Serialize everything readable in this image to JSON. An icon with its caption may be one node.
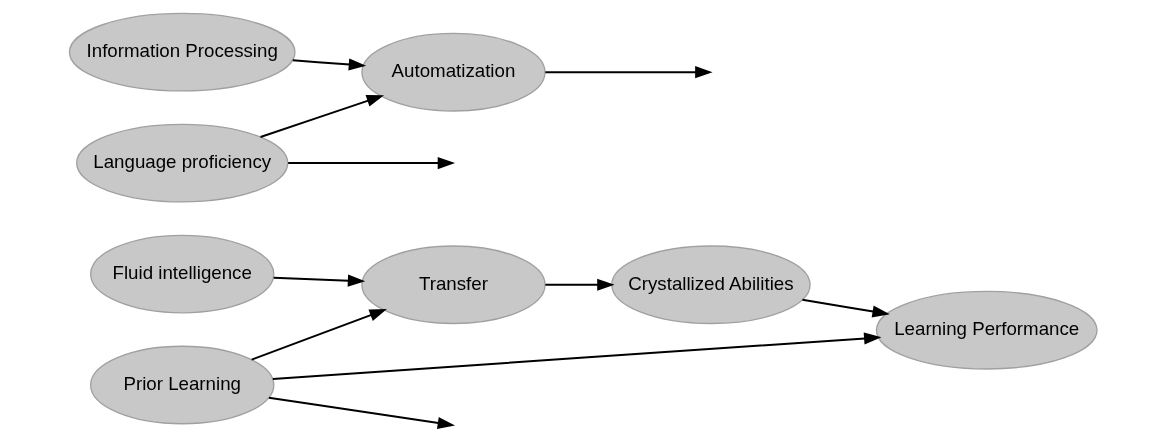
{
  "diagram": {
    "nodes": [
      {
        "text": [
          "Fluid intelligence"
        ]
      },
      {
        "text": [
          "Language proficiency"
        ]
      },
      {
        "text": [
          "Information Processing"
        ]
      },
      {
        "text": [
          "Prior Learning"
        ]
      },
      {
        "text": [
          "Transfer"
        ]
      },
      {
        "text": [
          "Crystallized Abilities"
        ]
      },
      {
        "text": [
          "Automatization"
        ]
      },
      {
        "text": [
          "Learning Performance"
        ]
      }
    ],
    "edges": [
      {
        "from": 0,
        "to": 4,
        "arrow": "to"
      },
      {
        "from": 1,
        "to": null,
        "arrow": "to"
      },
      {
        "from": 1,
        "to": 6,
        "arrow": "to"
      },
      {
        "from": 2,
        "to": 6,
        "arrow": "to"
      },
      {
        "from": 3,
        "to": null,
        "arrow": "to"
      },
      {
        "from": 3,
        "to": 4,
        "arrow": "to"
      },
      {
        "from": 3,
        "to": 7,
        "arrow": "to"
      },
      {
        "from": 4,
        "to": 5,
        "arrow": "to"
      },
      {
        "from": 6,
        "to": null,
        "arrow": "to"
      },
      {
        "from": 5,
        "to": 7,
        "arrow": "to"
      }
    ]
  }
}
